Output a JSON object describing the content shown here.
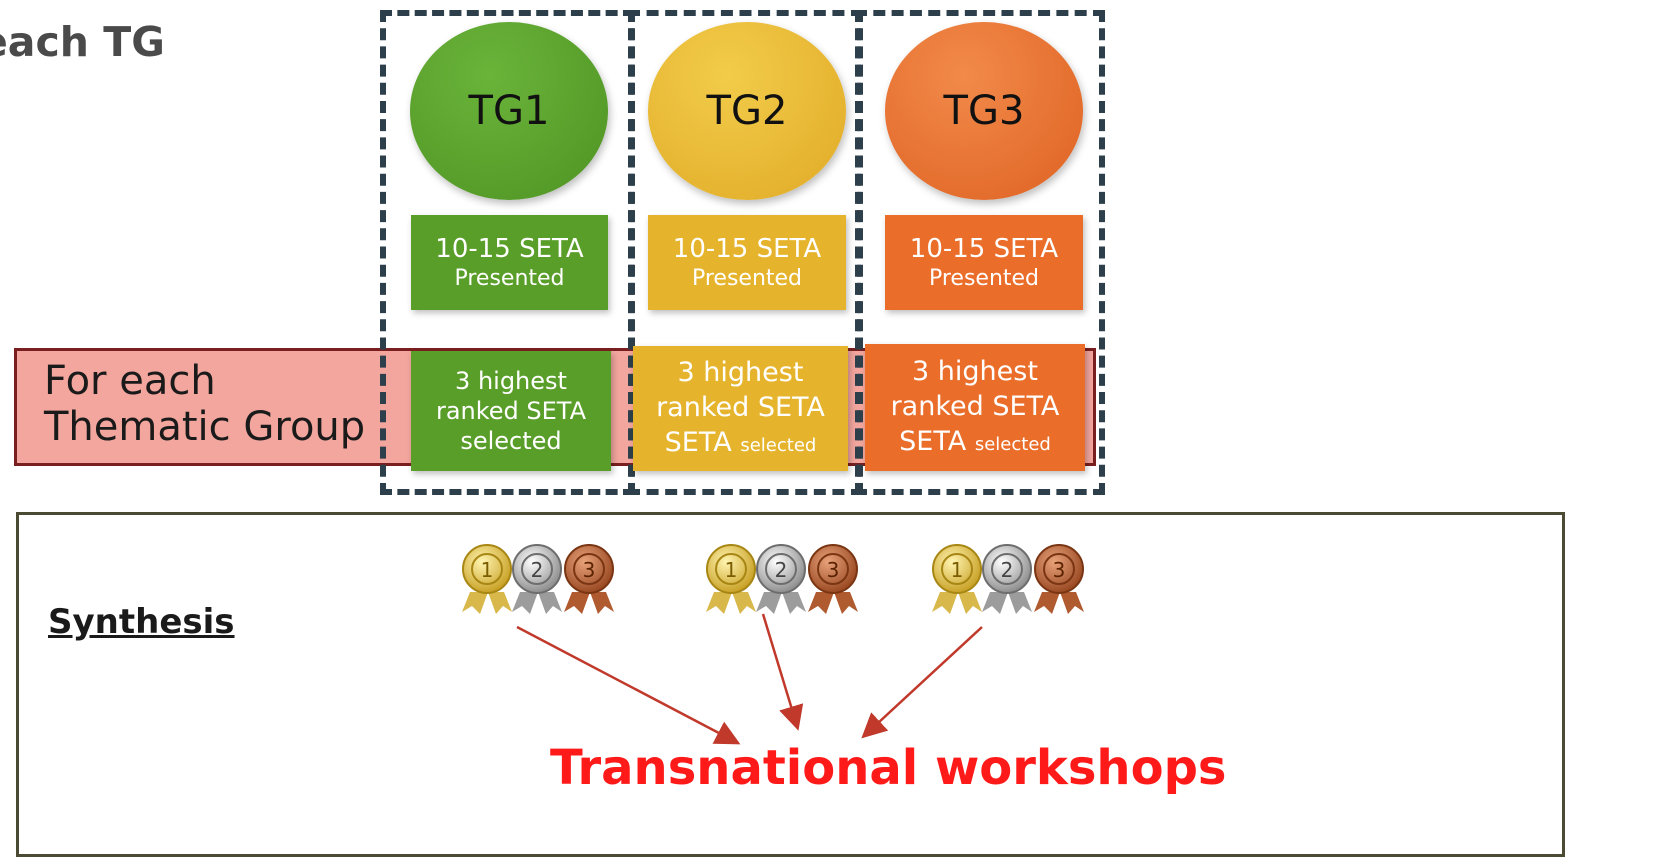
{
  "heading": "each TG",
  "band_label": {
    "line1": "For each",
    "line2": "Thematic Group"
  },
  "groups": [
    {
      "name": "TG1",
      "presented_line1": "10-15 SETA",
      "presented_line2": "Presented",
      "selected_line1": "3 highest",
      "selected_line2": "ranked  SETA",
      "selected_line3": "selected",
      "color": "#5a9e2a"
    },
    {
      "name": "TG2",
      "presented_line1": "10-15 SETA",
      "presented_line2": "Presented",
      "selected_line1": "3 highest",
      "selected_line2": "ranked  SETA",
      "selected_line3_main": "SETA",
      "selected_line3_small": "selected",
      "color": "#e6b42c"
    },
    {
      "name": "TG3",
      "presented_line1": "10-15 SETA",
      "presented_line2": "Presented",
      "selected_line1": "3 highest",
      "selected_line2": "ranked  SETA",
      "selected_line3_main": "SETA",
      "selected_line3_small": "selected",
      "color": "#ea6d2a"
    }
  ],
  "medals": {
    "gold": "1",
    "silver": "2",
    "bronze": "3"
  },
  "synthesis": {
    "label": "Synthesis",
    "result": "Transnational workshops"
  }
}
